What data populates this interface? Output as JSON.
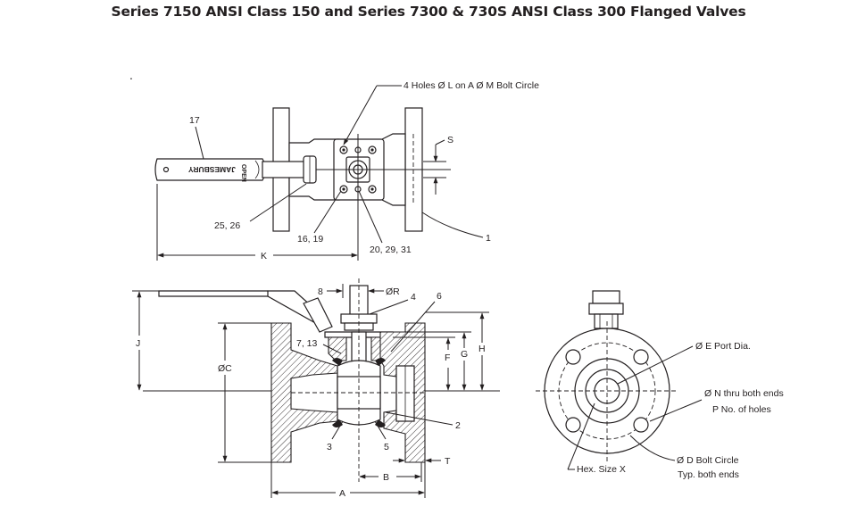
{
  "title": "Series 7150 ANSI Class 150 and Series 7300 & 730S ANSI Class 300 Flanged Valves",
  "marker": ".",
  "top_view": {
    "callout_holes": "4 Holes Ø L  on A Ø M  Bolt Circle",
    "label_17": "17",
    "label_s": "S",
    "label_25_26": "25, 26",
    "label_16_19": "16, 19",
    "label_20_29_31": "20, 29, 31",
    "label_1": "1",
    "label_k": "K",
    "handle_brand": "JAMESBURY",
    "handle_open": "OPEN"
  },
  "section_view": {
    "label_8": "8",
    "label_r": "ØR",
    "label_4": "4",
    "label_6": "6",
    "label_7_13": "7, 13",
    "label_j": "J",
    "label_c": "ØC",
    "label_f": "F",
    "label_g": "G",
    "label_h": "H",
    "label_2": "2",
    "label_3": "3",
    "label_5": "5",
    "label_t": "T",
    "label_b": "B",
    "label_a": "A"
  },
  "end_view": {
    "label_e": "Ø E Port Dia.",
    "label_n": "Ø N thru both ends",
    "label_p": "P No. of holes",
    "label_d": "Ø D Bolt Circle",
    "label_typ": "Typ. both ends",
    "label_x": "Hex. Size X"
  }
}
